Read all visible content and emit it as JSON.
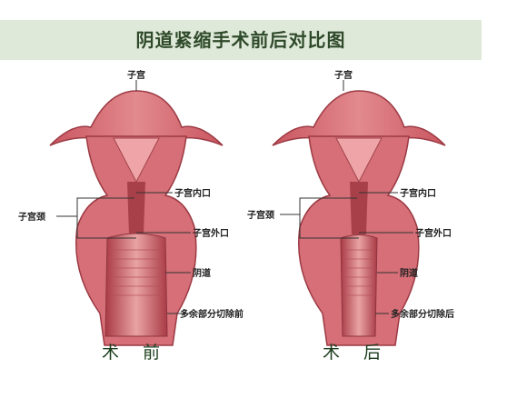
{
  "title": "阴道紧缩手术前后对比图",
  "panels": [
    {
      "caption": "术 前",
      "labels": {
        "uterus": "子宫",
        "internal_os": "子宫内口",
        "cervix": "子宫颈",
        "external_os": "子宫外口",
        "vagina": "阴道",
        "excess_part": "多余部分切除前"
      }
    },
    {
      "caption": "术 后",
      "labels": {
        "uterus": "子宫",
        "internal_os": "子宫内口",
        "cervix": "子宫颈",
        "external_os": "子宫外口",
        "vagina": "阴道",
        "excess_part": "多余部分切除后"
      }
    }
  ],
  "colors": {
    "banner": "#dfe9d9",
    "tissue": "#d9737a",
    "tissue_dark": "#b84b55",
    "tissue_light": "#f0a7a8"
  }
}
